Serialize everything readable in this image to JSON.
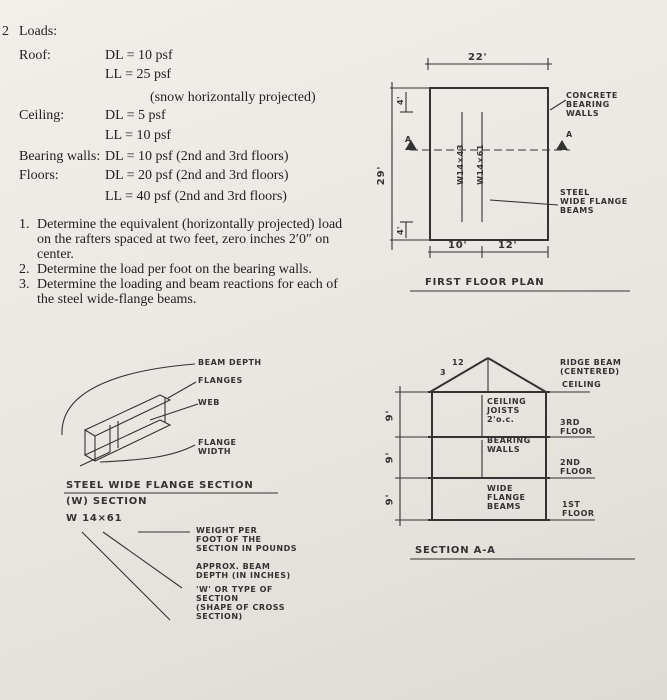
{
  "problem": {
    "number": "2",
    "heading": "Loads:",
    "loads": [
      {
        "label": "Roof:",
        "lines": [
          "DL = 10 psf",
          "LL = 25 psf",
          "(snow horizontally projected)"
        ]
      },
      {
        "label": "Ceiling:",
        "lines": [
          "DL =  5 psf",
          "LL = 10 psf"
        ]
      },
      {
        "label": "Bearing walls:",
        "lines": [
          "DL = 10 psf (2nd and 3rd floors)"
        ]
      },
      {
        "label": "Floors:",
        "lines": [
          "DL = 20 psf (2nd and 3rd floors)",
          "LL = 40 psf (2nd and 3rd floors)"
        ]
      }
    ],
    "questions": [
      {
        "n": "1.",
        "text": "Determine the equivalent (horizontally projected) load on the rafters spaced at two feet, zero inches 2′0″ on center."
      },
      {
        "n": "2.",
        "text": "Determine the load per foot on the bearing walls."
      },
      {
        "n": "3.",
        "text": "Determine the loading and beam reactions for each of the steel wide-flange beams."
      }
    ]
  },
  "floor_plan": {
    "title": "FIRST FLOOR PLAN",
    "dim_top": "22'",
    "dim_left": "29'",
    "dim_left_small_top": "4'",
    "dim_left_small_bottom": "4'",
    "dim_bottom_left": "10'",
    "dim_bottom_right": "12'",
    "beam_label_1": "W14×43",
    "beam_label_2": "W14×61",
    "label_concrete": [
      "CONCRETE",
      "BEARING",
      "WALLS"
    ],
    "label_steel": [
      "STEEL",
      "WIDE FLANGE",
      "BEAMS"
    ],
    "section_mark": "A"
  },
  "beam_detail": {
    "label_depth": "BEAM DEPTH",
    "label_flanges": "FLANGES",
    "label_web": "WEB",
    "label_flange_width": [
      "FLANGE",
      "WIDTH"
    ],
    "title": "STEEL WIDE FLANGE SECTION",
    "subtitle": "(W) SECTION",
    "designation": "W  14×61",
    "note_weight": [
      "WEIGHT PER",
      "FOOT OF THE",
      "SECTION IN POUNDS"
    ],
    "note_depth": [
      "APPROX. BEAM",
      "DEPTH (IN INCHES)"
    ],
    "note_type": [
      "'W' OR TYPE OF",
      "SECTION",
      "(SHAPE OF CROSS",
      "SECTION)"
    ]
  },
  "section": {
    "title": "SECTION A-A",
    "pitch": "12",
    "pitch_rise": "3",
    "label_ridge": [
      "RIDGE BEAM",
      "(CENTERED)"
    ],
    "label_ceiling": "CEILING",
    "label_joists": [
      "CEILING",
      "JOISTS",
      "2'o.c."
    ],
    "label_bearing": [
      "BEARING",
      "WALLS"
    ],
    "label_wide": [
      "WIDE",
      "FLANGE",
      "BEAMS"
    ],
    "label_3rd": [
      "3RD",
      "FLOOR"
    ],
    "label_2nd": [
      "2ND",
      "FLOOR"
    ],
    "label_1st": [
      "1ST",
      "FLOOR"
    ],
    "dim_1": "9'",
    "dim_2": "9'",
    "dim_3": "9'"
  }
}
